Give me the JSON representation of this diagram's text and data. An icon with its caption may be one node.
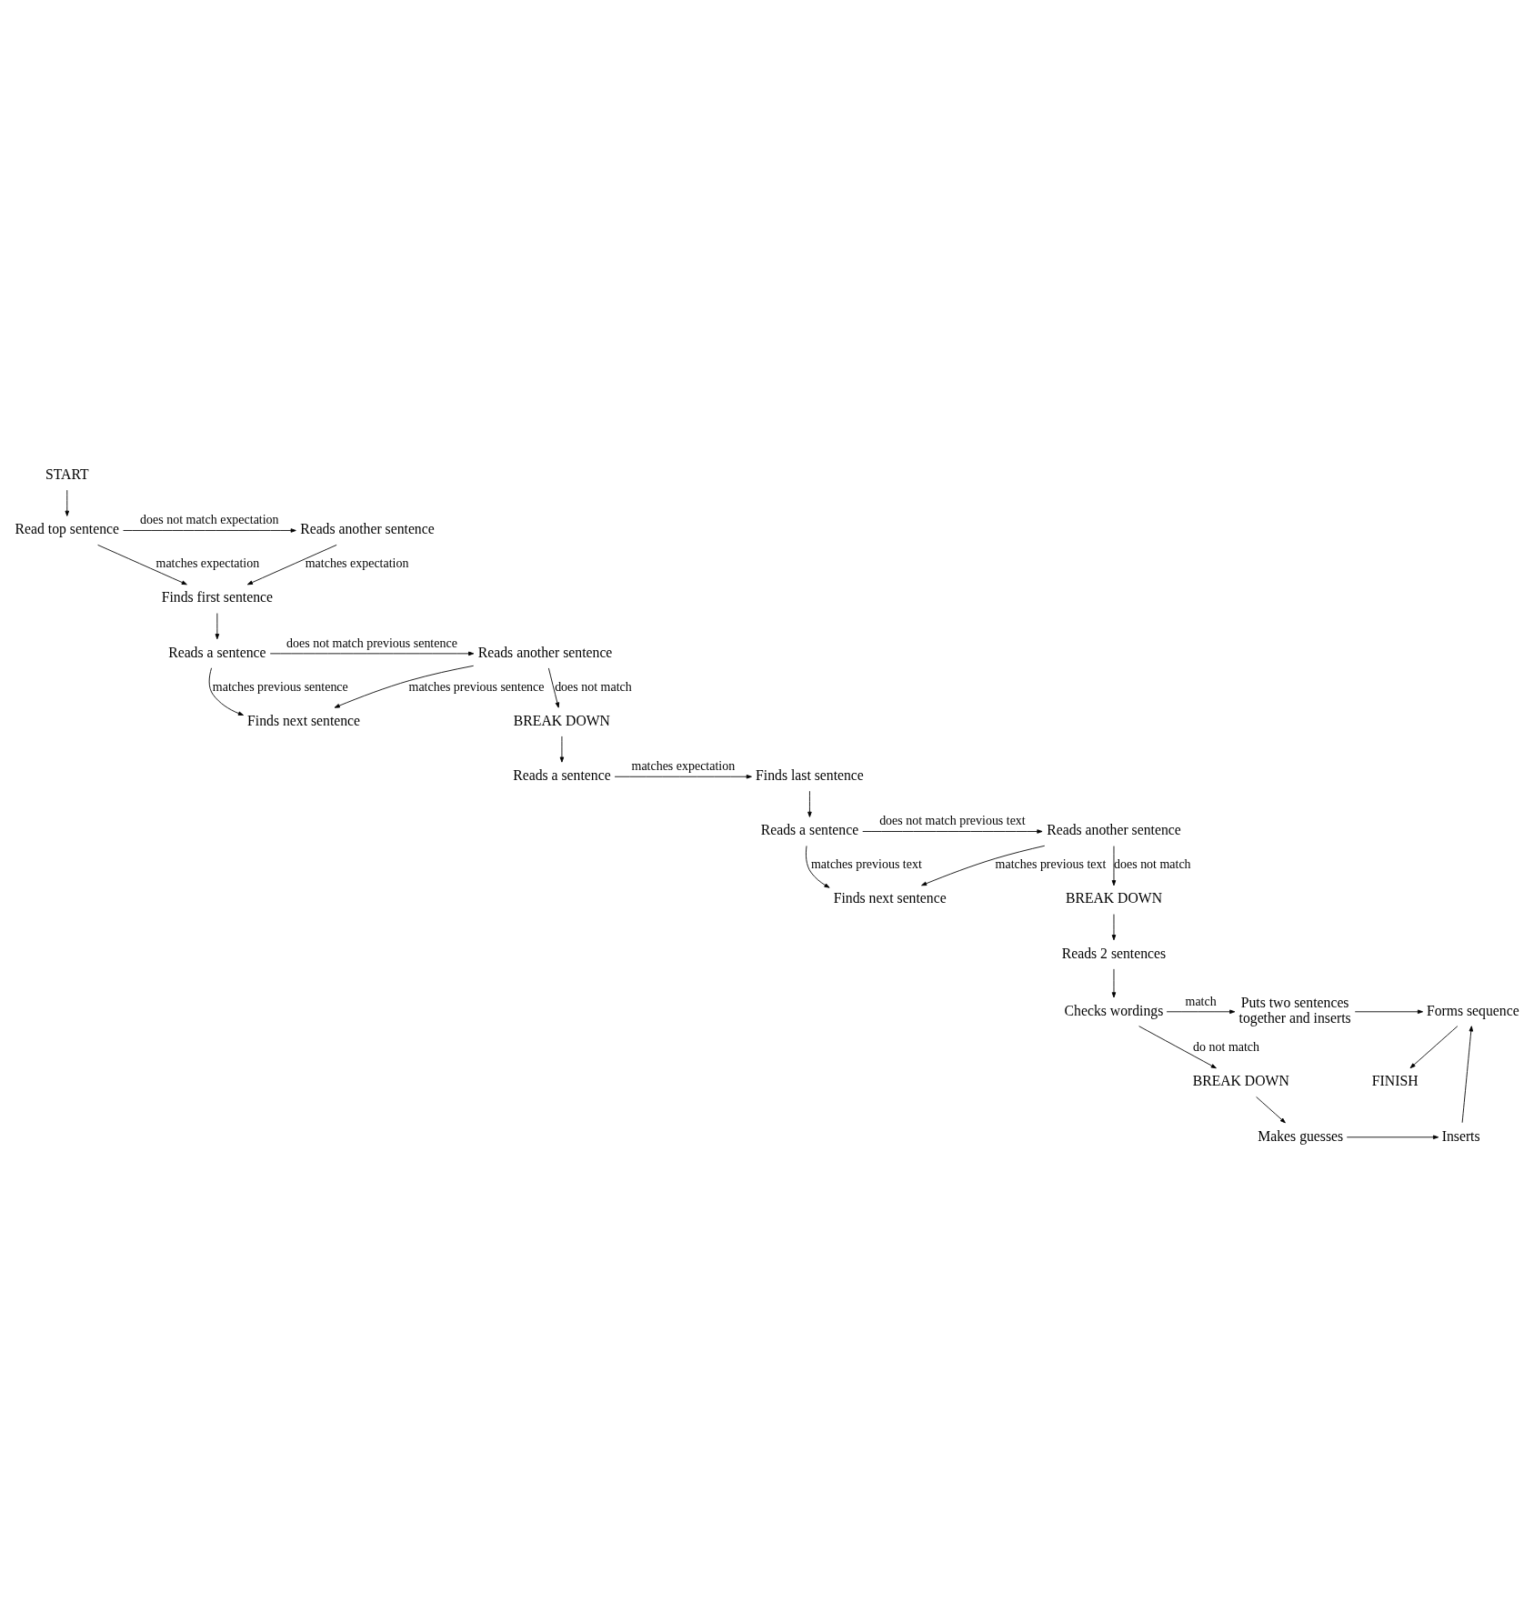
{
  "diagram": {
    "nodes": [
      {
        "text": [
          "START"
        ]
      },
      {
        "text": [
          "Read top sentence"
        ]
      },
      {
        "text": [
          "Reads another sentence"
        ]
      },
      {
        "text": [
          "Finds first sentence"
        ]
      },
      {
        "text": [
          "Reads a sentence"
        ]
      },
      {
        "text": [
          "Reads another sentence"
        ]
      },
      {
        "text": [
          "Finds next sentence"
        ]
      },
      {
        "text": [
          "BREAK DOWN"
        ]
      },
      {
        "text": [
          "Finds last sentence"
        ]
      },
      {
        "text": [
          "Reads a sentence"
        ]
      },
      {
        "text": [
          "Reads a sentence"
        ]
      },
      {
        "text": [
          "Reads another sentence"
        ]
      },
      {
        "text": [
          "Finds next sentence"
        ]
      },
      {
        "text": [
          "BREAK DOWN"
        ]
      },
      {
        "text": [
          "Reads 2 sentences"
        ]
      },
      {
        "text": [
          "Forms sequence"
        ]
      },
      {
        "text": [
          "Puts two sentences together and inserts"
        ]
      },
      {
        "text": [
          "Checks wordings"
        ]
      },
      {
        "text": [
          "BREAK DOWN"
        ]
      },
      {
        "text": [
          "Inserts"
        ]
      },
      {
        "text": [
          "Makes guesses"
        ]
      },
      {
        "text": [
          "FINISH"
        ]
      }
    ],
    "edges": [
      {
        "from": 0,
        "to": 1,
        "arrow": "to"
      },
      {
        "from": 1,
        "to": 2,
        "arrow": "to",
        "label": "does not match expectation"
      },
      {
        "from": 1,
        "to": 3,
        "arrow": "to",
        "label": "matches expectation"
      },
      {
        "from": 2,
        "to": 3,
        "arrow": "to",
        "label": "matches expectation"
      },
      {
        "from": 3,
        "to": 4,
        "arrow": "to"
      },
      {
        "from": 4,
        "to": 5,
        "arrow": "to",
        "label": "does not match previous sentence"
      },
      {
        "from": 4,
        "to": 6,
        "arrow": "to",
        "label": "matches previous sentence"
      },
      {
        "from": 5,
        "to": 6,
        "arrow": "to",
        "label": "matches previous sentence"
      },
      {
        "from": 5,
        "to": 7,
        "arrow": "to",
        "label": "does not match"
      },
      {
        "from": 7,
        "to": 9,
        "arrow": "to"
      },
      {
        "from": 9,
        "to": 8,
        "arrow": "to",
        "label": "matches expectation"
      },
      {
        "from": 8,
        "to": 10,
        "arrow": "to"
      },
      {
        "from": 10,
        "to": 11,
        "arrow": "to",
        "label": "does not match previous text"
      },
      {
        "from": 10,
        "to": 12,
        "arrow": "to",
        "label": "matches previous text"
      },
      {
        "from": 11,
        "to": 12,
        "arrow": "to",
        "label": "matches previous text"
      },
      {
        "from": 11,
        "to": 13,
        "arrow": "to",
        "label": "does not match"
      },
      {
        "from": 13,
        "to": 14,
        "arrow": "to"
      },
      {
        "from": 14,
        "to": 17,
        "arrow": "to"
      },
      {
        "from": 17,
        "to": 16,
        "arrow": "to",
        "label": "match"
      },
      {
        "from": 16,
        "to": 15,
        "arrow": "to"
      },
      {
        "from": 17,
        "to": 18,
        "arrow": "to",
        "label": "do not match"
      },
      {
        "from": 18,
        "to": 20,
        "arrow": "to"
      },
      {
        "from": 20,
        "to": 19,
        "arrow": "to"
      },
      {
        "from": 19,
        "to": 15,
        "arrow": "to"
      },
      {
        "from": 15,
        "to": 21,
        "arrow": "to"
      }
    ]
  }
}
